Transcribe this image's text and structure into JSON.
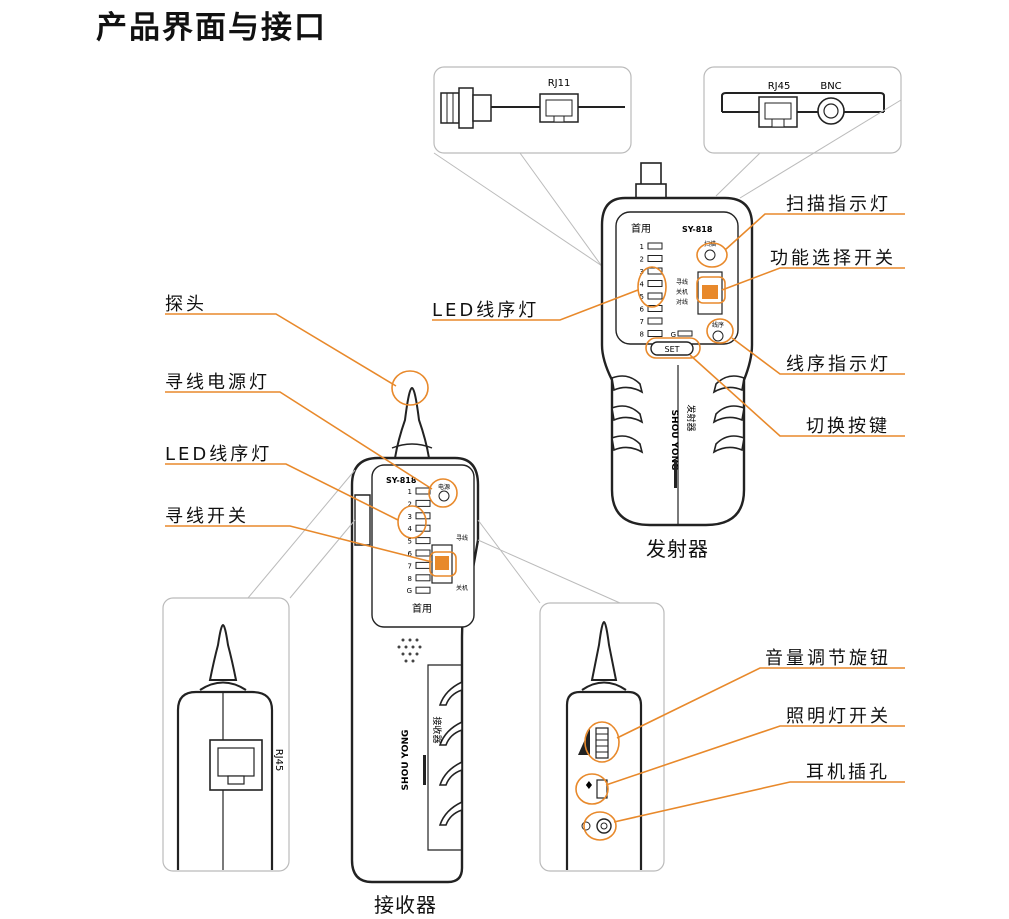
{
  "title": "产品界面与接口",
  "transmitter": {
    "caption": "发射器",
    "model": "SY-818",
    "brand": "首用",
    "brand_vertical": "SHOU YONG",
    "name_vertical": "发射器",
    "scan_small": "扫描",
    "seq_small": "线序",
    "switch_small": [
      "寻线",
      "关机",
      "对线"
    ],
    "set_label": "SET",
    "led_numbers": [
      "1",
      "2",
      "3",
      "4",
      "5",
      "6",
      "7",
      "8",
      "G"
    ],
    "port_rj11": "RJ11",
    "port_rj45": "RJ45",
    "port_bnc": "BNC"
  },
  "receiver": {
    "caption": "接收器",
    "model": "SY-818",
    "brand": "首用",
    "brand_vertical": "SHOU YONG",
    "name_vertical": "接收器",
    "power_small": "电源",
    "switch_small": [
      "寻线",
      "关机"
    ],
    "led_numbers": [
      "1",
      "2",
      "3",
      "4",
      "5",
      "6",
      "7",
      "8",
      "G"
    ],
    "port_rj45": "RJ45"
  },
  "callouts": {
    "scan_light": "扫描指示灯",
    "function_switch": "功能选择开关",
    "led_seq_tx": "LED线序灯",
    "seq_light": "线序指示灯",
    "switch_key": "切换按键",
    "probe": "探头",
    "power_light": "寻线电源灯",
    "led_seq_rx": "LED线序灯",
    "find_switch": "寻线开关",
    "volume_knob": "音量调节旋钮",
    "light_switch": "照明灯开关",
    "earphone_jack": "耳机插孔"
  },
  "colors": {
    "accent": "#e8892b",
    "stroke": "#222222"
  }
}
